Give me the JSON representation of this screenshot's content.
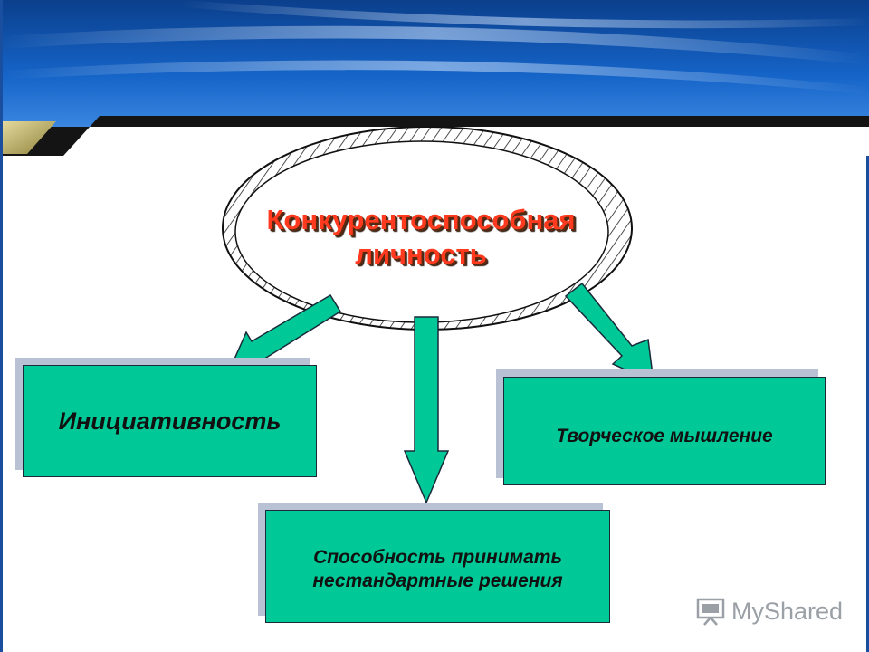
{
  "center_node": {
    "label": "Конкурентоспособная\nличность"
  },
  "nodes": [
    {
      "id": "initiative",
      "label": "Инициативность"
    },
    {
      "id": "creative",
      "label": "Творческое мышление"
    },
    {
      "id": "decisions",
      "label": "Способность принимать\nнестандартные решения"
    }
  ],
  "watermark": {
    "text": "MyShared"
  },
  "colors": {
    "box_fill": "#00c896",
    "arrow_fill": "#00c896",
    "title_text": "#ff3a1e",
    "header_blue": "#0a4fa8",
    "header_bar": "#1a1a1a",
    "header_accent": "#b8b060"
  }
}
